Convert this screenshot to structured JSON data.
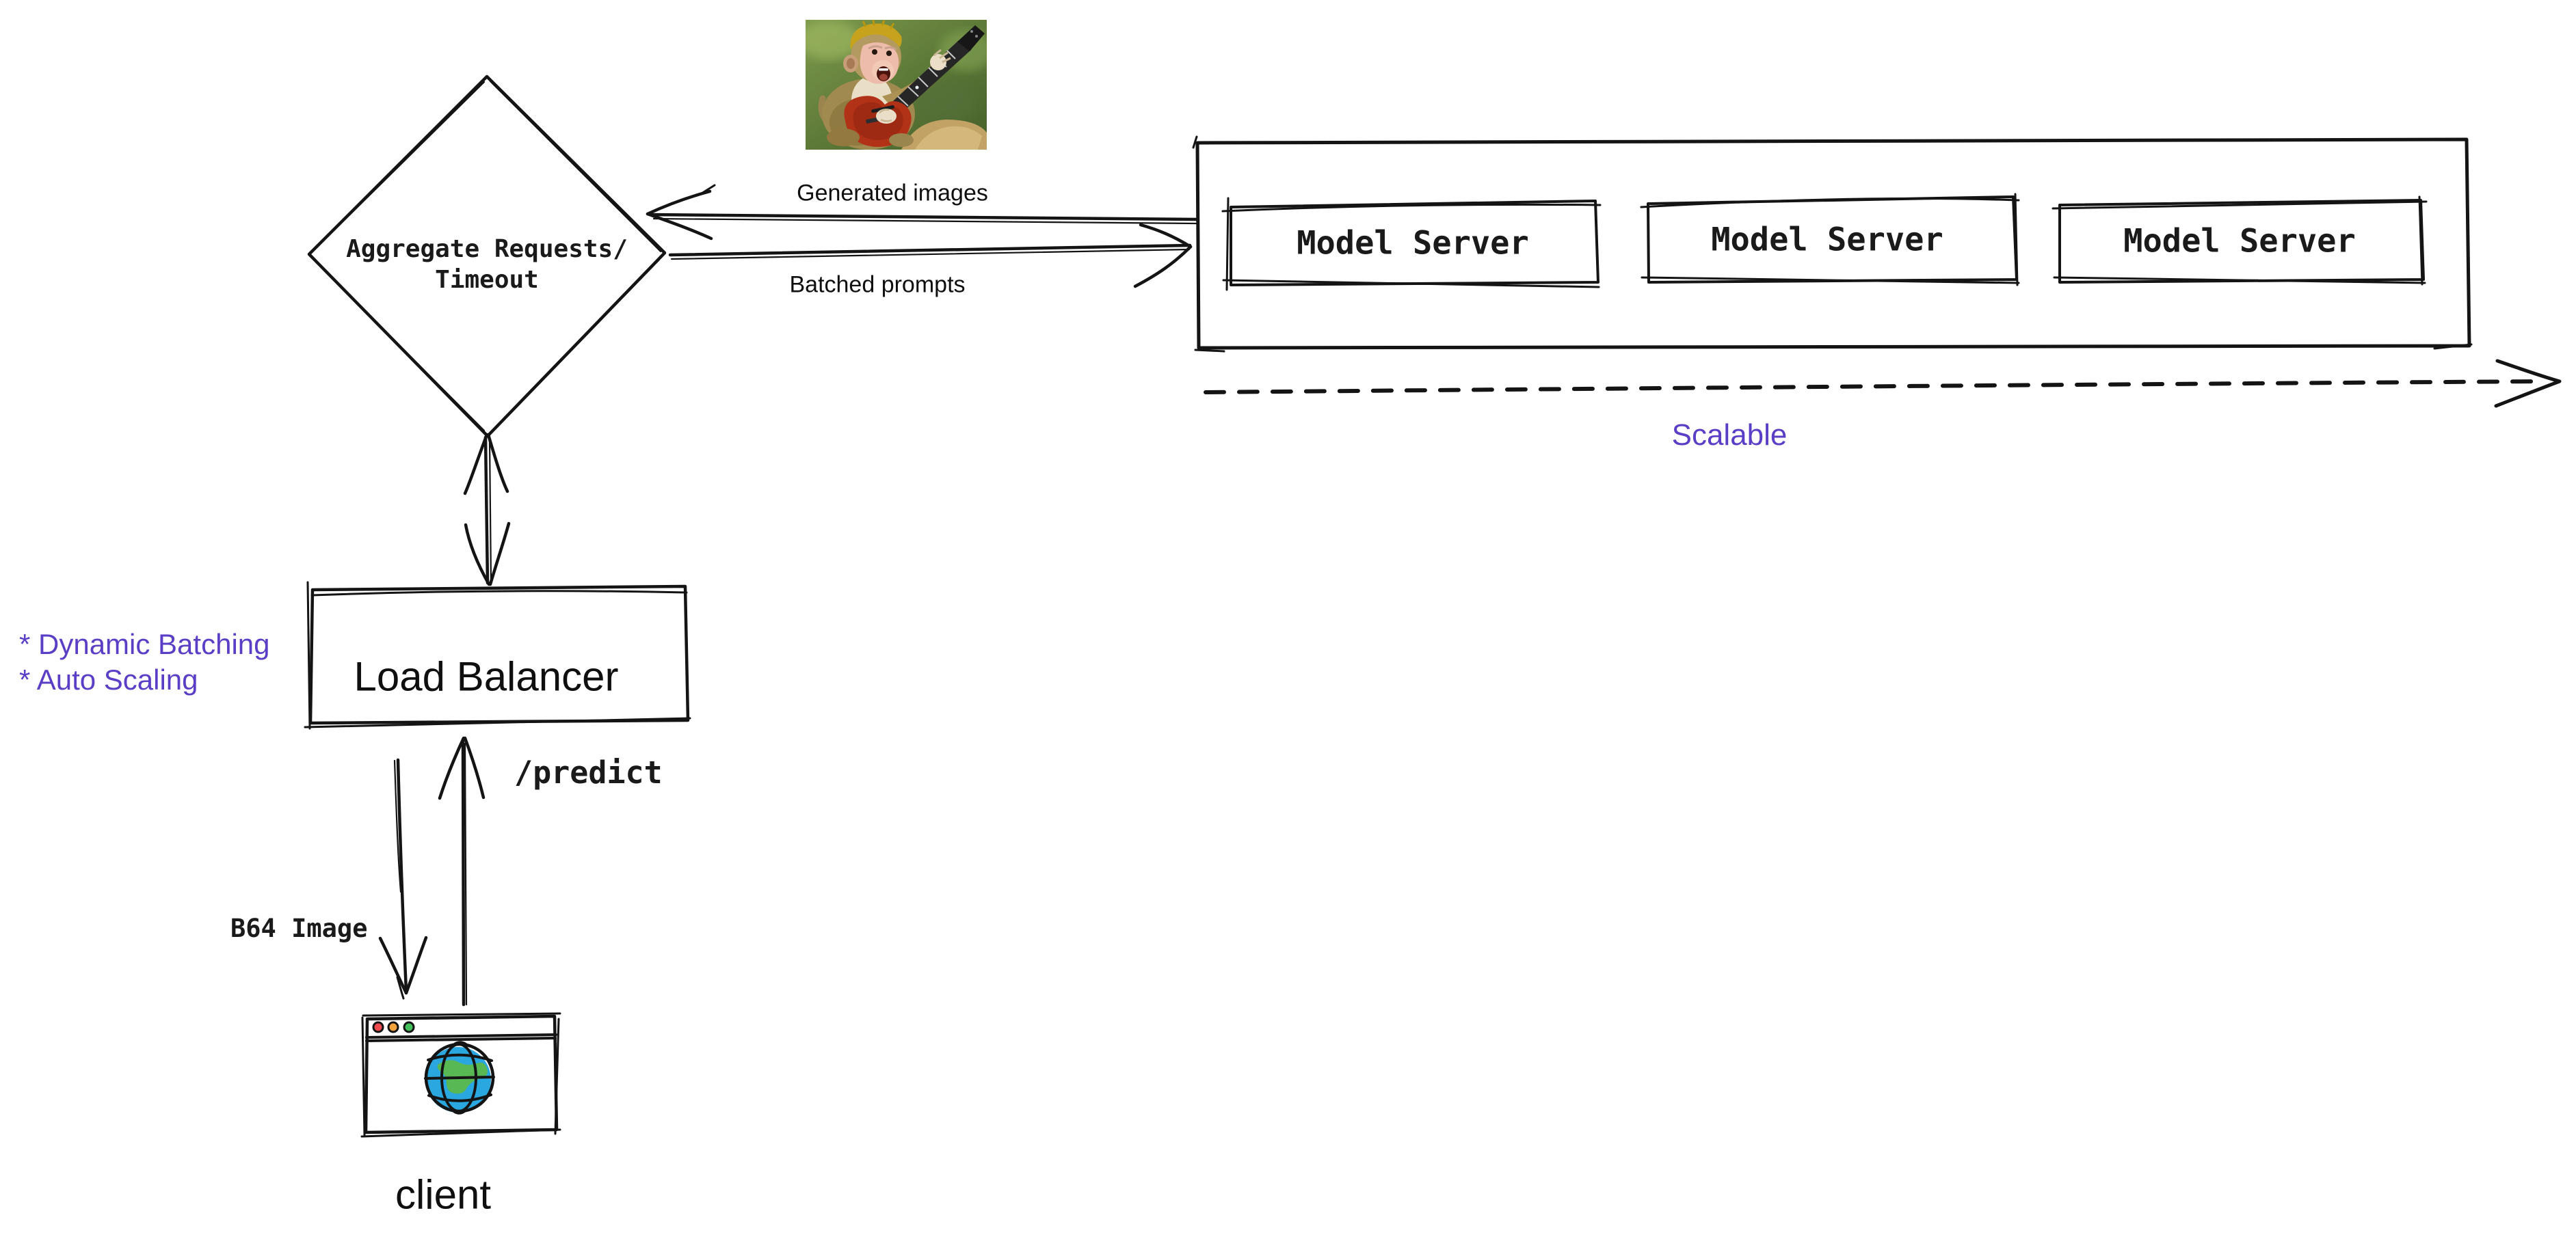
{
  "colors": {
    "stroke": "#141414",
    "text": "#0f0f0f",
    "accent_purple": "#5b3ec6",
    "dot_red": "#ef4b4f",
    "dot_orange": "#f2a33c",
    "dot_green": "#43c05a",
    "globe_blue": "#2ba7e0",
    "globe_land": "#58b854"
  },
  "diamond": {
    "label": "Aggregate Requests/\nTimeout"
  },
  "flows": {
    "generated_images": "Generated images",
    "batched_prompts": "Batched prompts",
    "predict_endpoint": "/predict",
    "b64_image": "B64 Image",
    "scalable": "Scalable"
  },
  "servers": {
    "items": [
      {
        "label": "Model Server"
      },
      {
        "label": "Model Server"
      },
      {
        "label": "Model Server"
      }
    ]
  },
  "load_balancer": {
    "label": "Load Balancer",
    "notes": [
      "* Dynamic Batching",
      "* Auto Scaling"
    ]
  },
  "client": {
    "label": "client"
  },
  "monkey_image": {
    "name": "monkey-playing-guitar-image"
  }
}
